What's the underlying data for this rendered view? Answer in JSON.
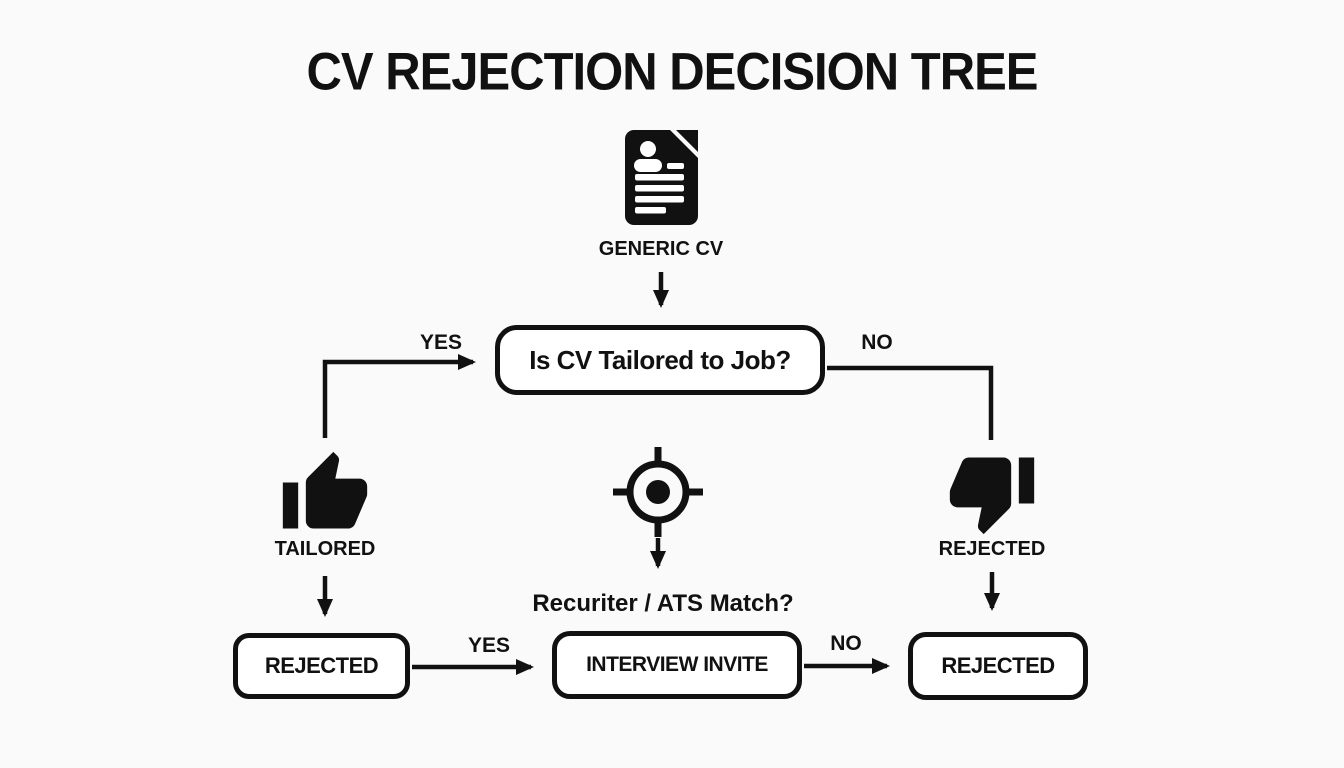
{
  "title": "CV REJECTION DECISION TREE",
  "nodes": {
    "generic_cv": {
      "label": "GENERIC CV"
    },
    "decision": {
      "label": "Is CV Tailored to Job?"
    },
    "tailored": {
      "label": "TAILORED"
    },
    "rejected_branch": {
      "label": "REJECTED"
    },
    "ats": {
      "question": "Recuriter / ATS Match?"
    },
    "rejected_left": {
      "label": "REJECTED"
    },
    "interview": {
      "label": "INTERVIEW INVITE"
    },
    "rejected_right": {
      "label": "REJECTED"
    }
  },
  "edges": {
    "decision_yes": {
      "label": "YES"
    },
    "decision_no": {
      "label": "NO"
    },
    "interview_yes": {
      "label": "YES"
    },
    "interview_no": {
      "label": "NO"
    }
  },
  "icons": {
    "generic_cv": "cv-document-icon",
    "tailored": "thumbs-up-icon",
    "rejected_branch": "thumbs-down-icon",
    "ats_match": "target-crosshair-icon"
  },
  "colors": {
    "ink": "#111111",
    "background": "#fafafa",
    "box_fill": "#ffffff"
  }
}
